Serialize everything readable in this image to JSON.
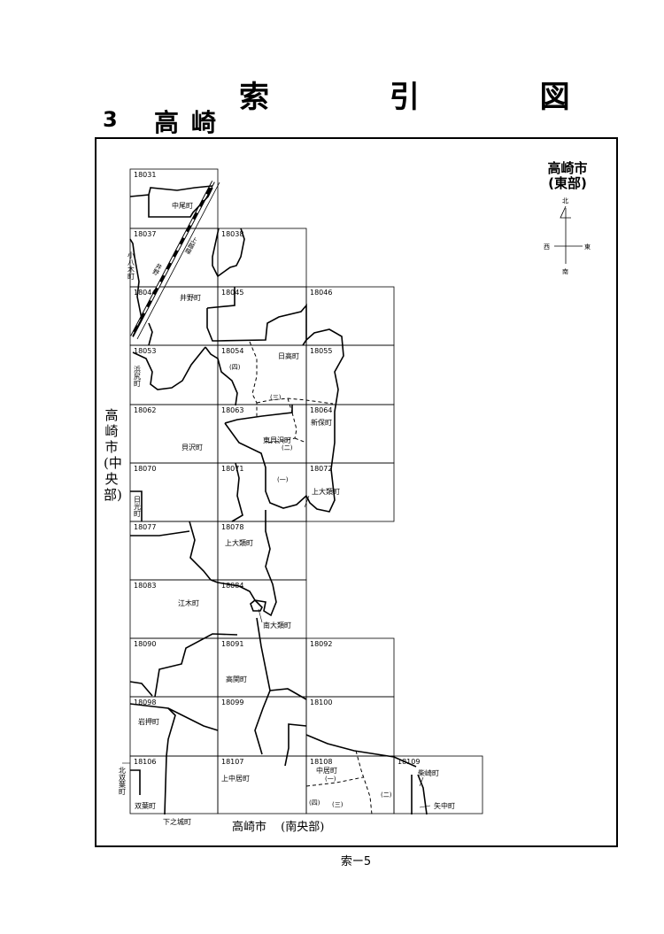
{
  "page": {
    "title": "索 引 図",
    "section_number": "3",
    "section_name": "高崎",
    "footer": "索ー5"
  },
  "legend": {
    "city": "高崎市",
    "area": "(東部)",
    "compass": {
      "north": "北",
      "south": "南",
      "east": "東",
      "west": "西"
    }
  },
  "side_labels": {
    "left": "高崎市(中央部)",
    "bottom": "高崎市 (南央部)"
  },
  "tiles": [
    "18031",
    "18037",
    "18038",
    "18044",
    "18045",
    "18046",
    "18053",
    "18054",
    "18055",
    "18062",
    "18063",
    "18064",
    "18070",
    "18071",
    "18072",
    "18077",
    "18078",
    "18083",
    "18084",
    "18090",
    "18091",
    "18092",
    "18098",
    "18099",
    "18100",
    "18106",
    "18107",
    "18108",
    "18109"
  ],
  "towns": {
    "nakao": "中尾町",
    "ino": "井野町",
    "hinotaka": "日高町",
    "kaizawa": "貝沢町",
    "higashikaizawa": "東貝沢町",
    "shinbo": "新保町",
    "kamiohrui_e": "上大類町",
    "kamiohrui": "上大類町",
    "egi": "江木町",
    "minamiohrui": "南大類町",
    "takaseki": "高関町",
    "iwaoshi": "岩押町",
    "kaminakai": "上中居町",
    "nakai": "中居町",
    "shibasaki": "柴崎町",
    "yanaka": "矢中町",
    "futaba": "双葉町",
    "shimonojo": "下之城町",
    "kitafutaba_v": "北双葉町",
    "koyagi_v": "小八木町",
    "hamajiri_v": "浜尻町",
    "hikari_v": "日光町"
  },
  "railway": {
    "line_v": "上越線",
    "station_v": "井野"
  },
  "districts": {
    "d1": "(一)",
    "d2": "(二)",
    "d3": "(三)",
    "d4": "(四)"
  }
}
